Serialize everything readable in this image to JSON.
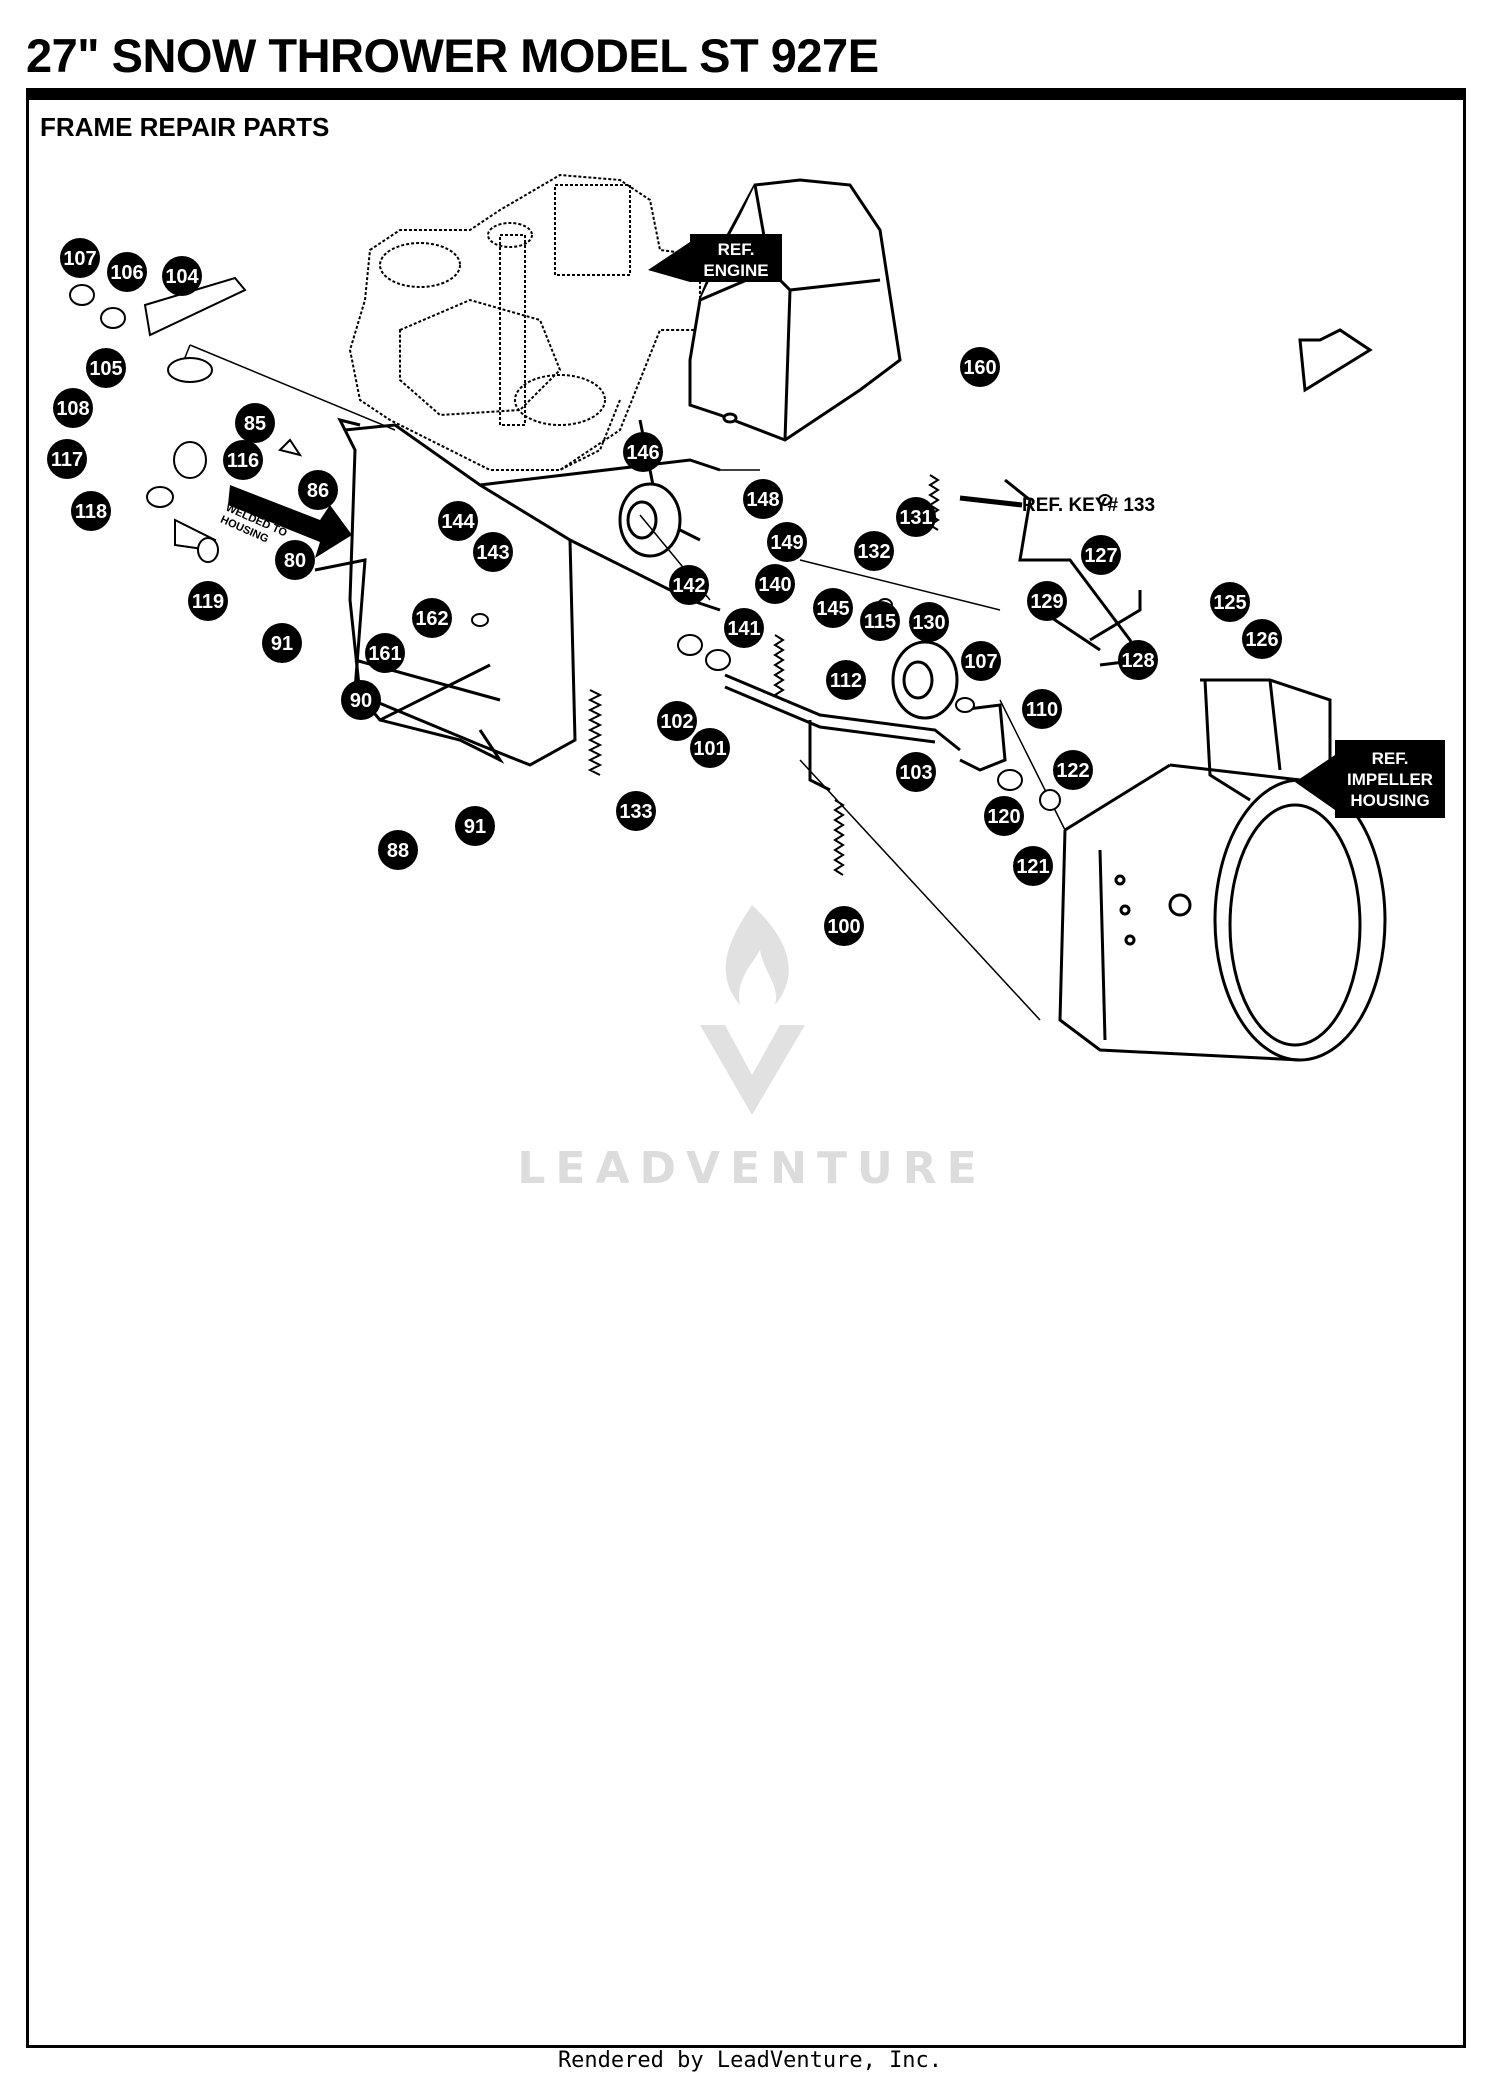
{
  "header": {
    "title": "27\" SNOW THROWER MODEL ST 927E",
    "section": "FRAME  REPAIR PARTS"
  },
  "labels": {
    "ref_engine": [
      "REF.",
      "ENGINE"
    ],
    "ref_impeller": [
      "REF.",
      "IMPELLER",
      "HOUSING"
    ],
    "ref_key": "REF. KEY# 133",
    "welded": [
      "WELDED TO",
      "HOUSING"
    ]
  },
  "callouts": [
    {
      "n": "107",
      "k": "a"
    },
    {
      "n": "106"
    },
    {
      "n": "104"
    },
    {
      "n": "105"
    },
    {
      "n": "108"
    },
    {
      "n": "85"
    },
    {
      "n": "117"
    },
    {
      "n": "116"
    },
    {
      "n": "86"
    },
    {
      "n": "118"
    },
    {
      "n": "80"
    },
    {
      "n": "119"
    },
    {
      "n": "91",
      "k": "a"
    },
    {
      "n": "161"
    },
    {
      "n": "90"
    },
    {
      "n": "162"
    },
    {
      "n": "144"
    },
    {
      "n": "143"
    },
    {
      "n": "146"
    },
    {
      "n": "148"
    },
    {
      "n": "149"
    },
    {
      "n": "142"
    },
    {
      "n": "140"
    },
    {
      "n": "141"
    },
    {
      "n": "145"
    },
    {
      "n": "102"
    },
    {
      "n": "101"
    },
    {
      "n": "133"
    },
    {
      "n": "88"
    },
    {
      "n": "91",
      "k": "b"
    },
    {
      "n": "160"
    },
    {
      "n": "131"
    },
    {
      "n": "132"
    },
    {
      "n": "127"
    },
    {
      "n": "129"
    },
    {
      "n": "125"
    },
    {
      "n": "130"
    },
    {
      "n": "115"
    },
    {
      "n": "107",
      "k": "b"
    },
    {
      "n": "126"
    },
    {
      "n": "128"
    },
    {
      "n": "112"
    },
    {
      "n": "110"
    },
    {
      "n": "103"
    },
    {
      "n": "122"
    },
    {
      "n": "120"
    },
    {
      "n": "121"
    },
    {
      "n": "100"
    }
  ],
  "watermark": "LEADVENTURE",
  "footer": "Rendered by LeadVenture, Inc."
}
